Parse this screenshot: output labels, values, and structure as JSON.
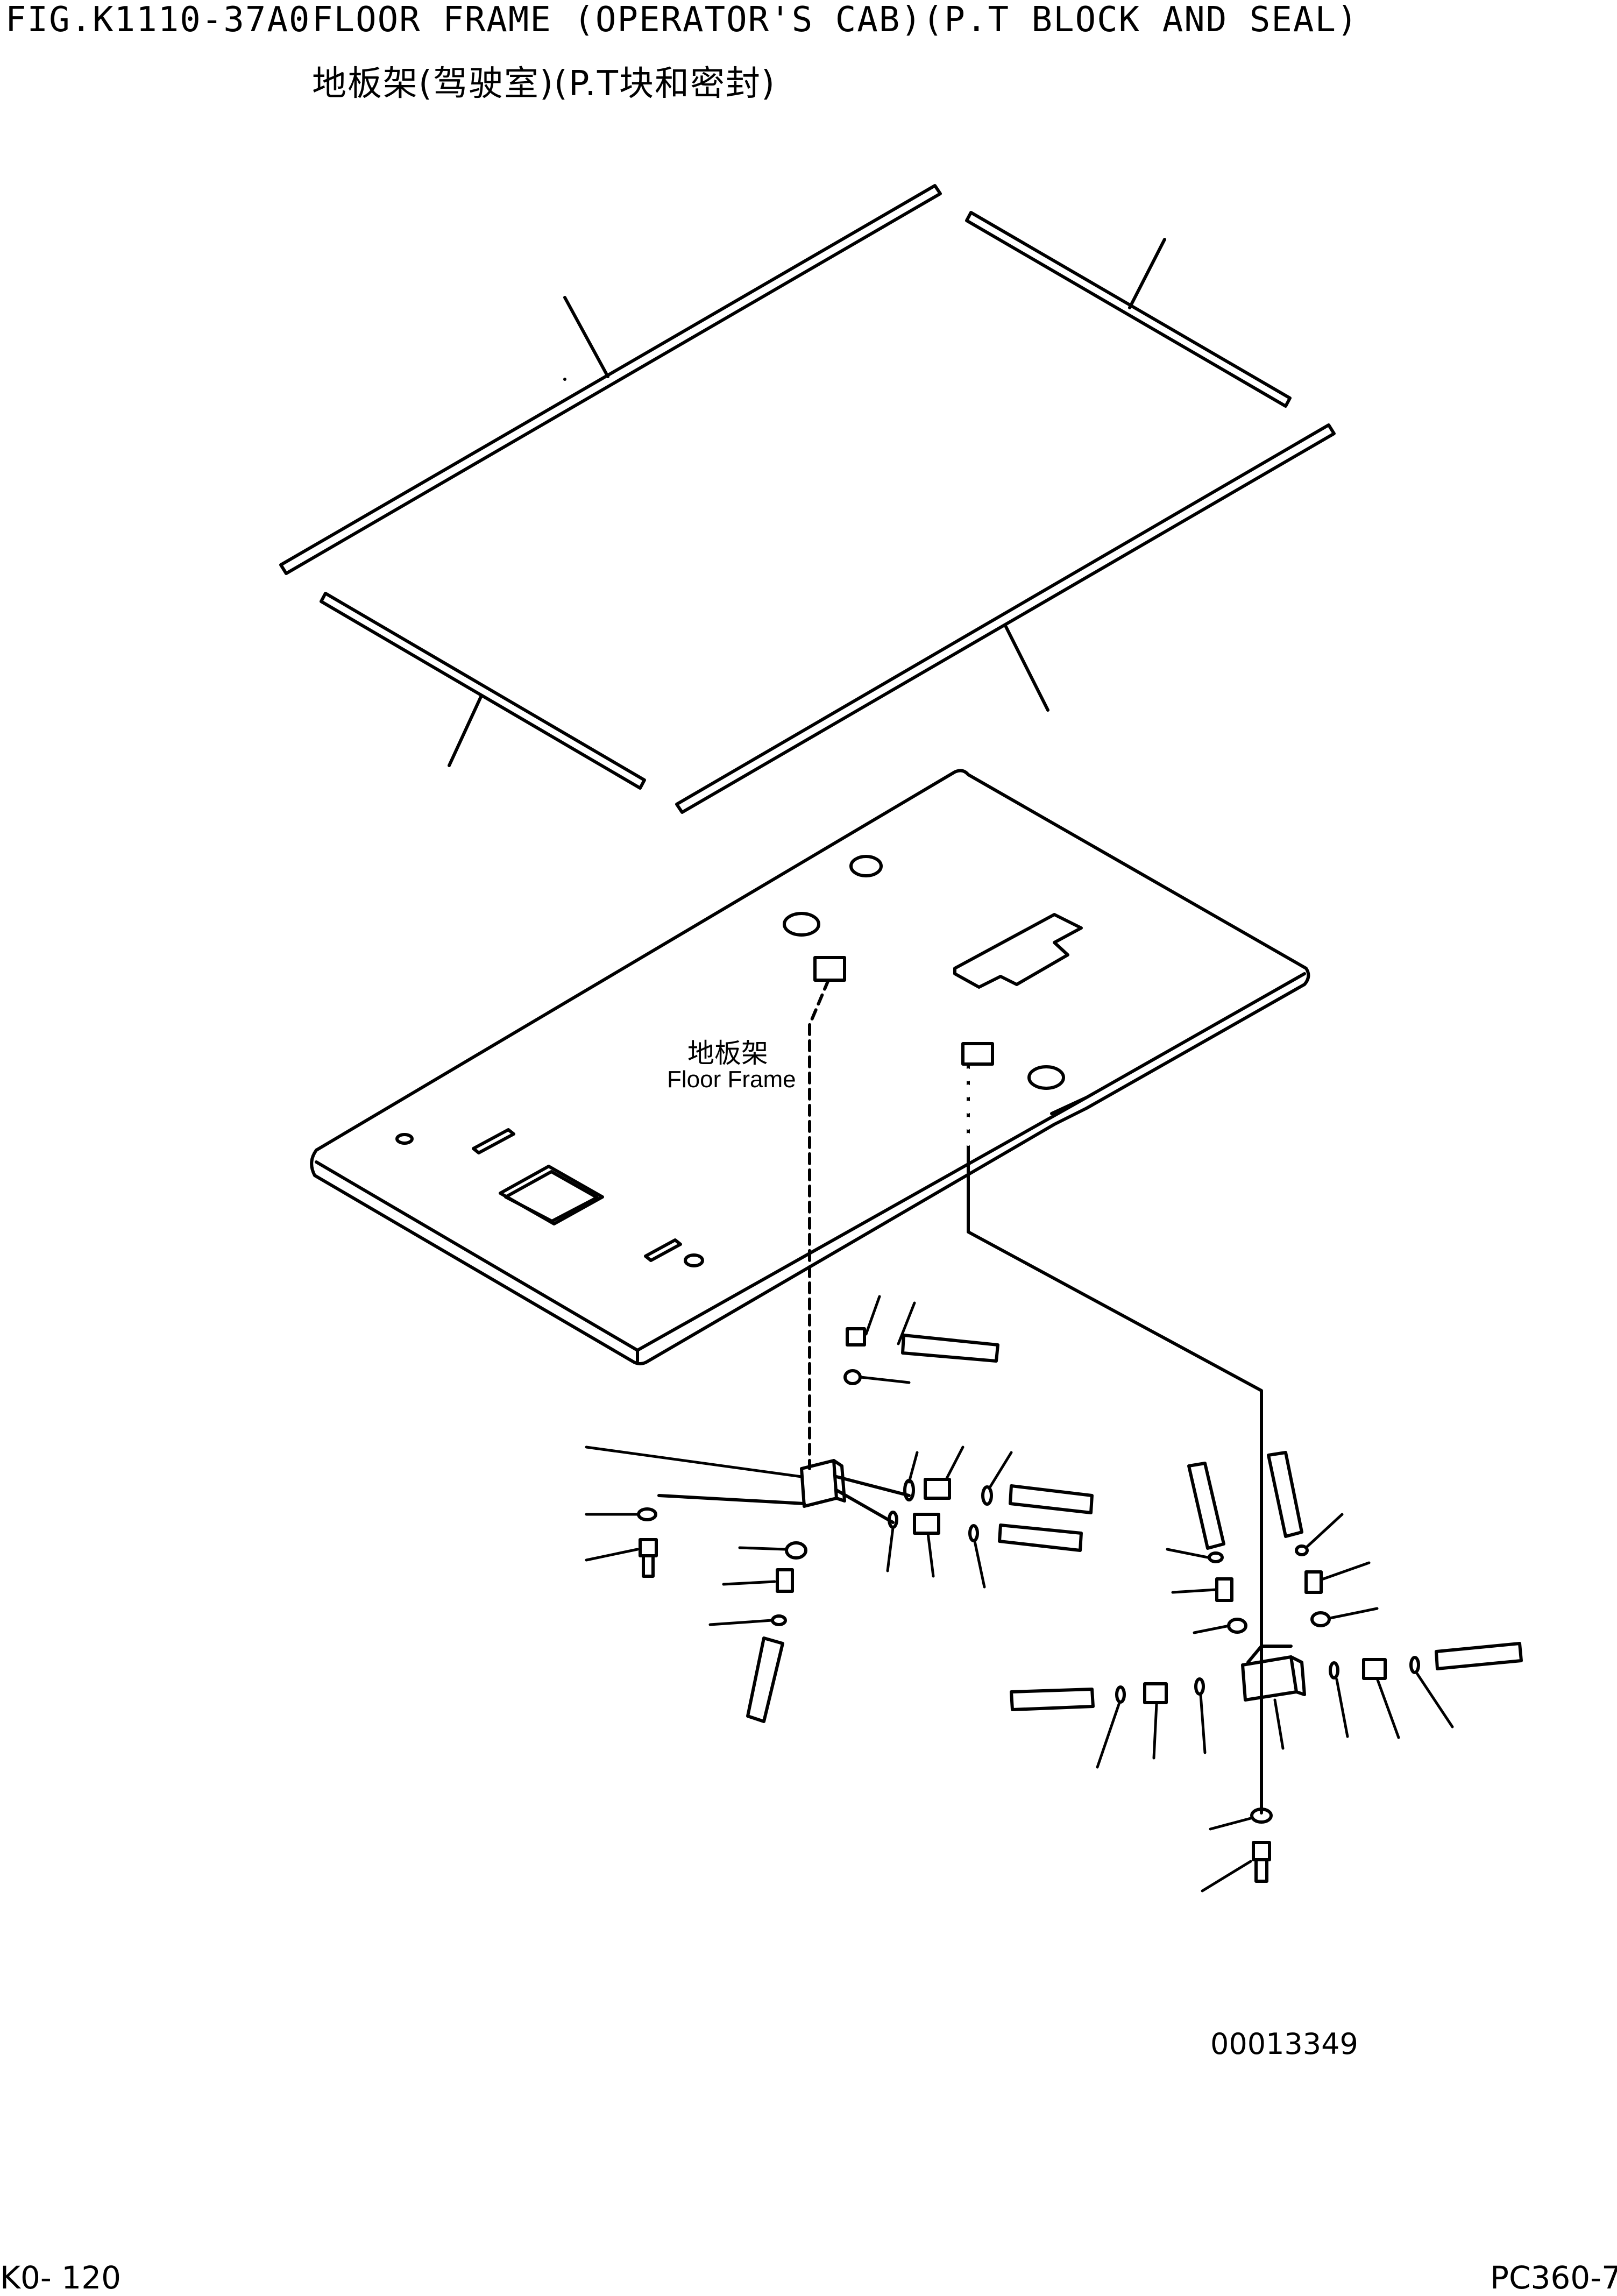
{
  "header": {
    "figure_number": "FIG.K1110-37A0",
    "title_en": "FLOOR FRAME (OPERATOR'S CAB)(P.T BLOCK AND SEAL)",
    "title_cn": "地板架(驾驶室)(P.T块和密封)"
  },
  "callout": {
    "label_cn": "地板架",
    "label_en": "Floor Frame"
  },
  "footer": {
    "drawing_number": "00013349",
    "page_code": "K0- 120",
    "model": "PC360-7"
  },
  "colors": {
    "ink": "#000000",
    "paper": "#ffffff"
  }
}
